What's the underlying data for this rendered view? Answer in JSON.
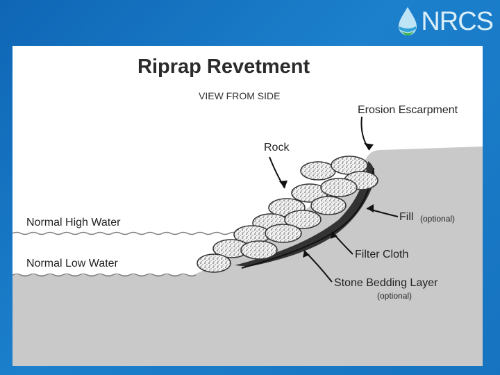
{
  "brand": {
    "logo_text": "NRCS",
    "logo_icon": "water-drop-logo-icon"
  },
  "diagram": {
    "title": "Riprap Revetment",
    "subtitle": "VIEW FROM SIDE",
    "labels": {
      "erosion_escarpment": "Erosion Escarpment",
      "rock": "Rock",
      "fill": "Fill",
      "fill_note": "(optional)",
      "normal_high_water": "Normal High Water",
      "normal_low_water": "Normal Low Water",
      "filter_cloth": "Filter Cloth",
      "stone_bedding_layer": "Stone Bedding Layer",
      "stone_bedding_note": "(optional)"
    }
  },
  "colors": {
    "background_blue": "#1673c0",
    "ground_gray": "#c8c8c8",
    "water_line": "#8a8a8a",
    "stone_outline": "#333333"
  }
}
